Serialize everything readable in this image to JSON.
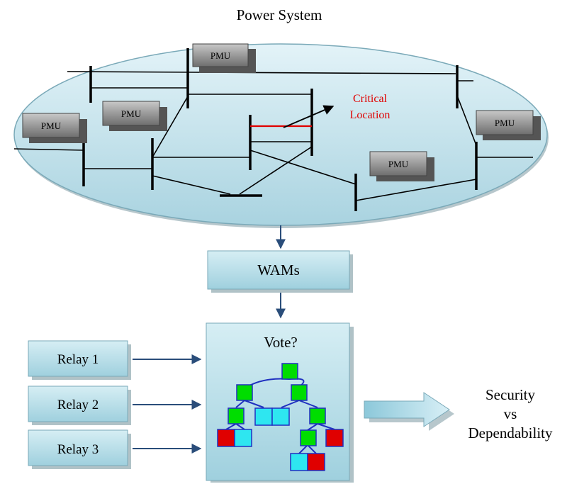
{
  "title": "Power System",
  "pmu_label": "PMU",
  "critical_location": [
    "Critical",
    "Location"
  ],
  "wams_label": "WAMs",
  "vote_label": "Vote?",
  "relays": [
    "Relay 1",
    "Relay 2",
    "Relay 3"
  ],
  "outcome": [
    "Security",
    "vs",
    "Dependability"
  ],
  "colors": {
    "ellipse_fill": "#c9e6ef",
    "box_fill": "#b7e0ea",
    "critical": "#e00000",
    "arrow": "#2a4d7a",
    "node_green": "#00dd00",
    "node_cyan": "#2ee6f0",
    "node_red": "#e00000",
    "tree_line": "#2030c0",
    "pmu": "#8a8a8a"
  }
}
